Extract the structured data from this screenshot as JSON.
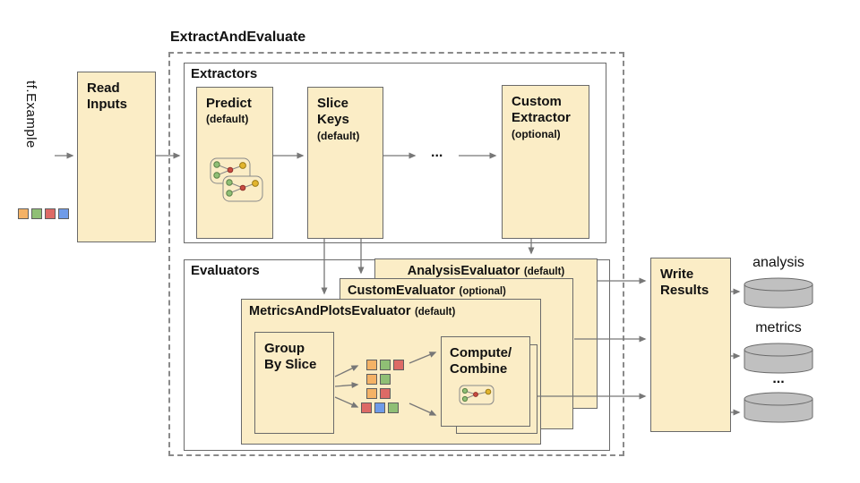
{
  "title": "ExtractAndEvaluate",
  "palette": {
    "orange": "#F4B266",
    "green": "#8FBF75",
    "red": "#DD6A66",
    "blue": "#6F9BE8"
  },
  "input": {
    "label": "tf.Example",
    "squares": [
      "orange",
      "green",
      "red",
      "blue"
    ]
  },
  "read_inputs": {
    "label": "Read\nInputs"
  },
  "extractors": {
    "label": "Extractors",
    "predict": {
      "name": "Predict",
      "qualifier": "(default)"
    },
    "slice_keys": {
      "name": "Slice\nKeys",
      "qualifier": "(default)"
    },
    "ellipsis": "...",
    "custom": {
      "name": "Custom\nExtractor",
      "qualifier": "(optional)"
    }
  },
  "evaluators": {
    "label": "Evaluators",
    "analysis": {
      "name": "AnalysisEvaluator",
      "qualifier": "(default)"
    },
    "custom": {
      "name": "CustomEvaluator",
      "qualifier": "(optional)"
    },
    "metrics_and_plots": {
      "name": "MetricsAndPlotsEvaluator",
      "qualifier": "(default)",
      "group_by_slice": "Group\nBy Slice",
      "slice_rows": [
        [
          "orange",
          "green",
          "red"
        ],
        [
          "orange",
          "green"
        ],
        [
          "orange",
          "red"
        ],
        [
          "red",
          "blue",
          "green"
        ]
      ],
      "compute_combine": "Compute/\nCombine"
    }
  },
  "write_results": {
    "label": "Write\nResults"
  },
  "outputs": [
    {
      "label": "analysis"
    },
    {
      "label": "metrics"
    },
    {
      "label": "..."
    }
  ],
  "colors": {
    "box_fill": "#FBEDC6",
    "box_border": "#6A6A6A",
    "dashed_border": "#8A8A8A",
    "arrow": "#777777",
    "cylinder_fill": "#C0C0C0",
    "cylinder_border": "#6A6A6A",
    "square_border": "#5E5E5E"
  }
}
